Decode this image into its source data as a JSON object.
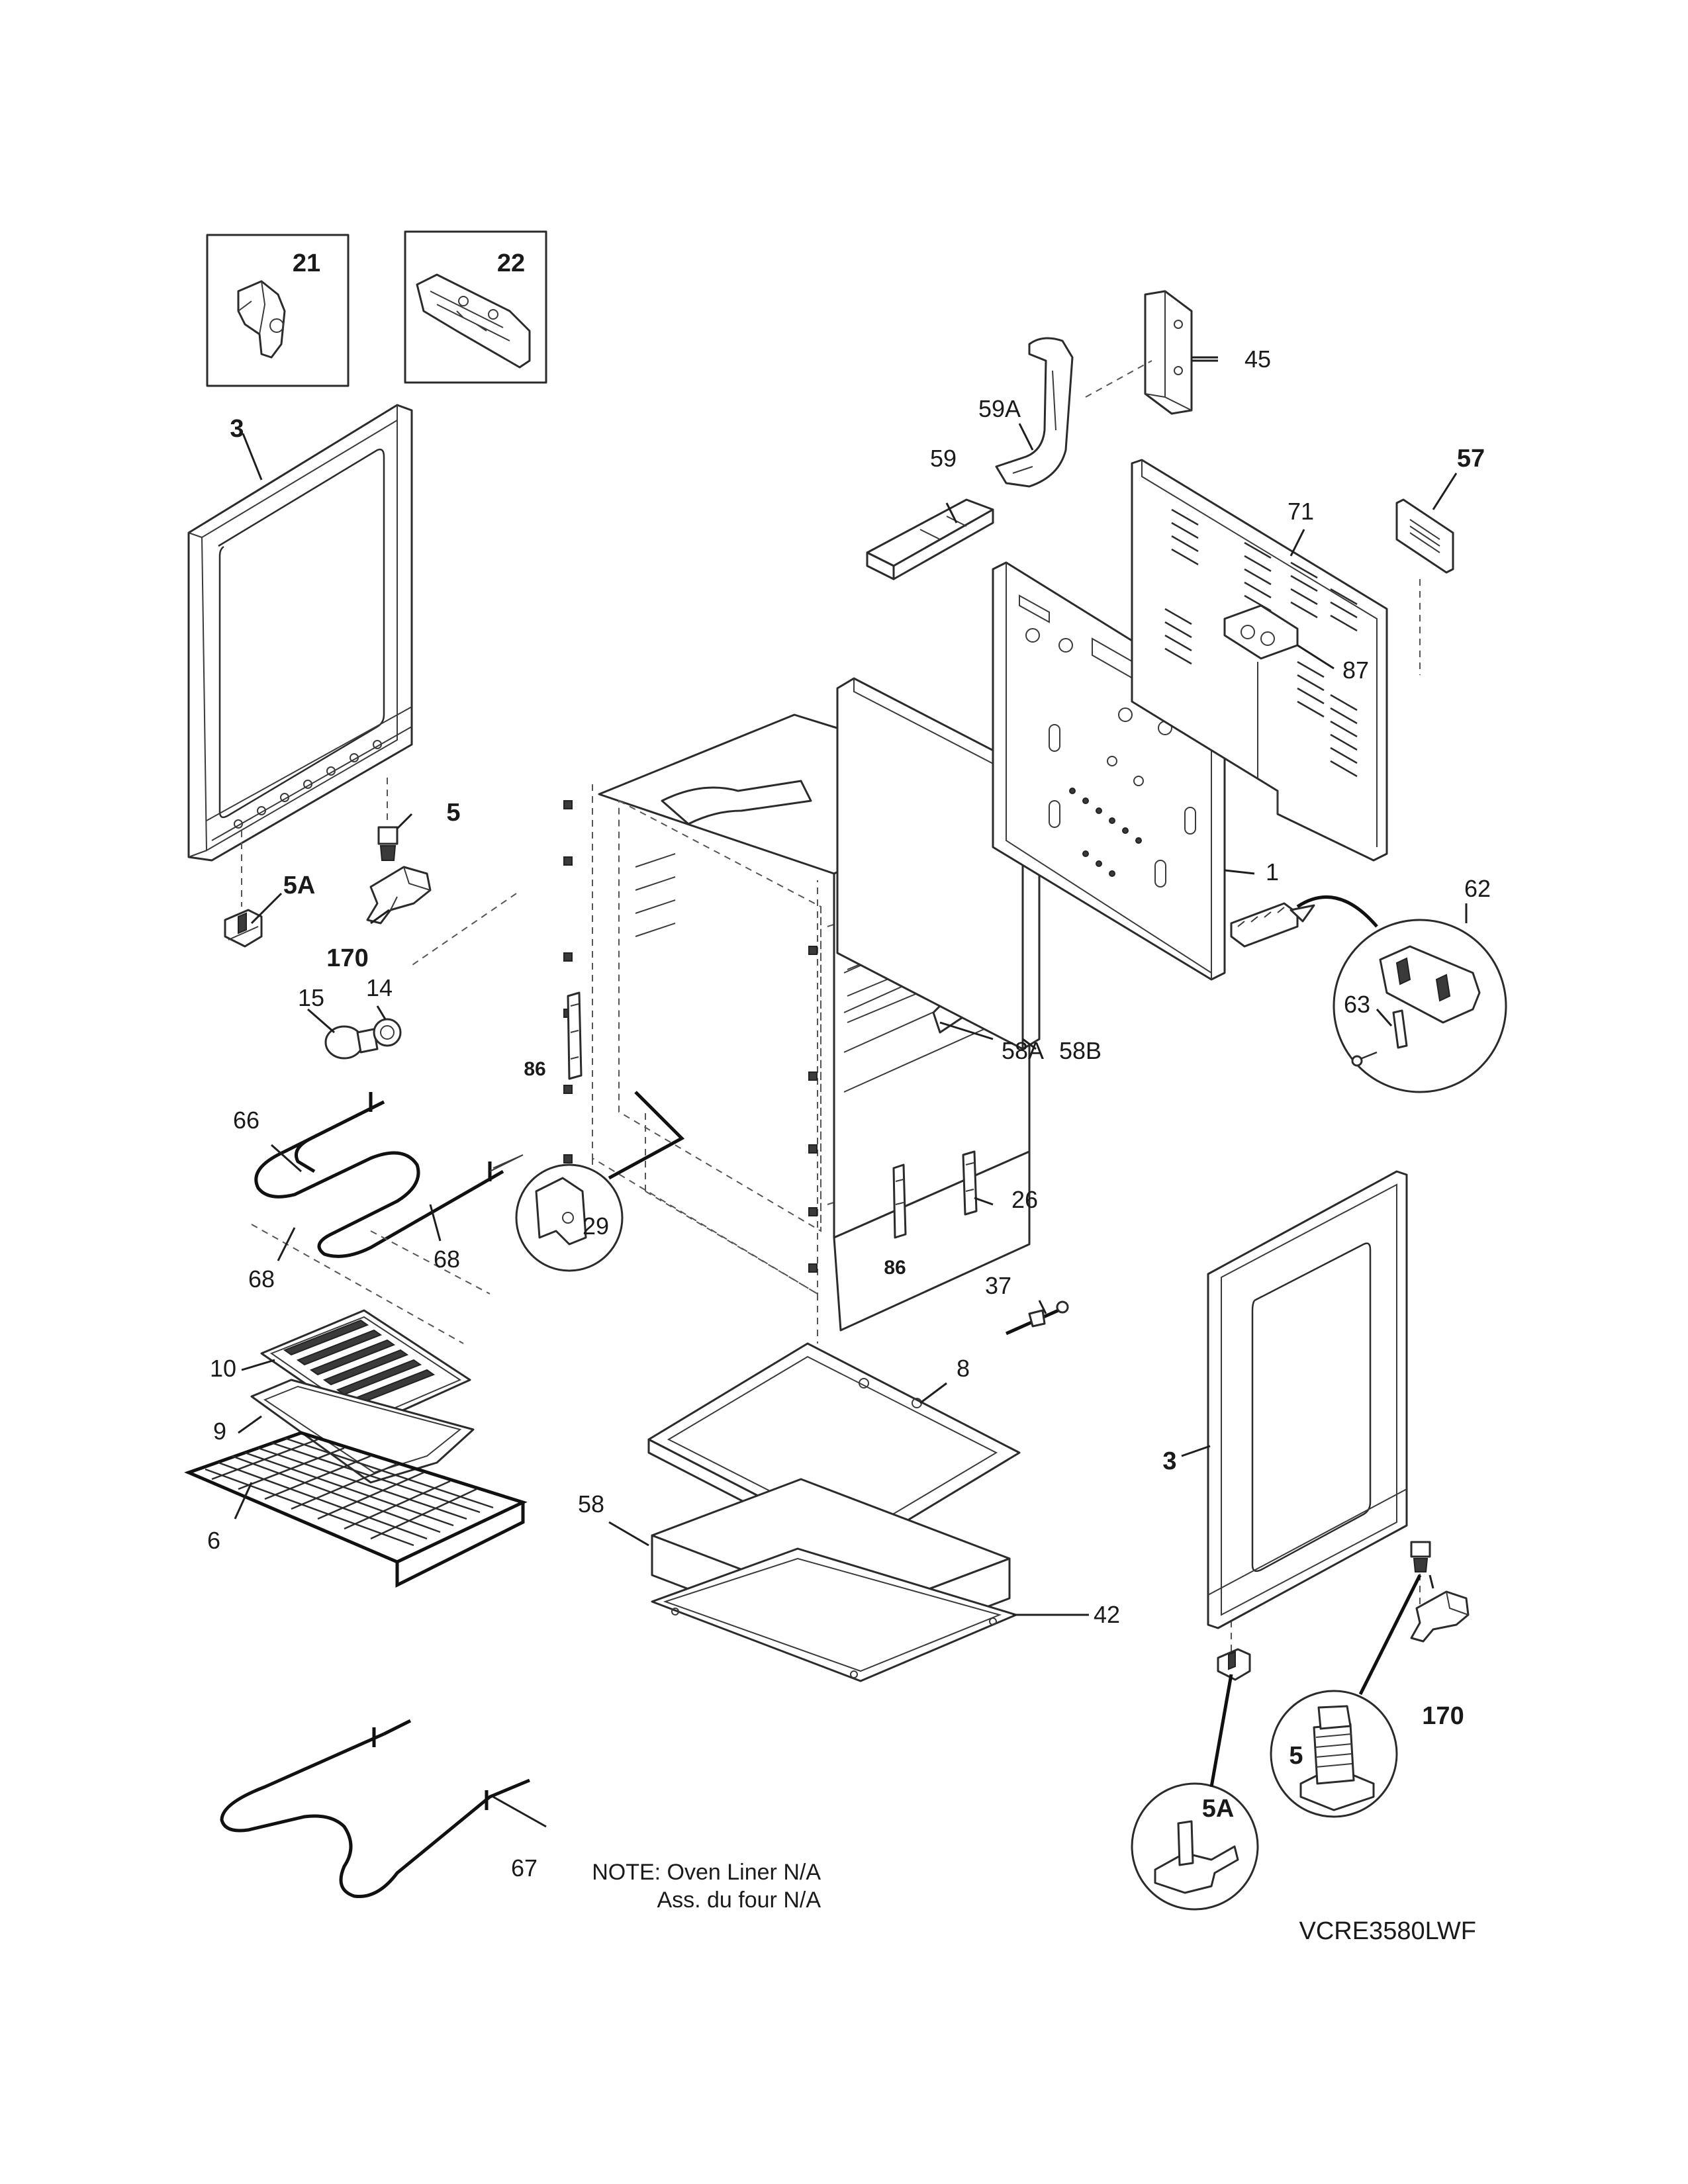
{
  "labels": {
    "p21": "21",
    "p22": "22",
    "p3_left": "3",
    "p3_right": "3",
    "p45": "45",
    "p59a": "59A",
    "p59": "59",
    "p57": "57",
    "p71": "71",
    "p87": "87",
    "p5_left": "5",
    "p5_right": "5",
    "p5a_left": "5A",
    "p5a_right": "5A",
    "p170_left": "170",
    "p170_right": "170",
    "p15": "15",
    "p14": "14",
    "p1": "1",
    "p62": "62",
    "p63": "63",
    "p86_left": "86",
    "p86_right": "86",
    "p58a": "58A",
    "p58b": "58B",
    "p66": "66",
    "p68_left": "68",
    "p68_right": "68",
    "p29": "29",
    "p26": "26",
    "p37": "37",
    "p10": "10",
    "p9": "9",
    "p8": "8",
    "p6": "6",
    "p58": "58",
    "p42": "42",
    "p67": "67"
  },
  "note": {
    "line1": "NOTE: Oven Liner N/A",
    "line2": "Ass. du four N/A"
  },
  "model_number": "VCRE3580LWF"
}
